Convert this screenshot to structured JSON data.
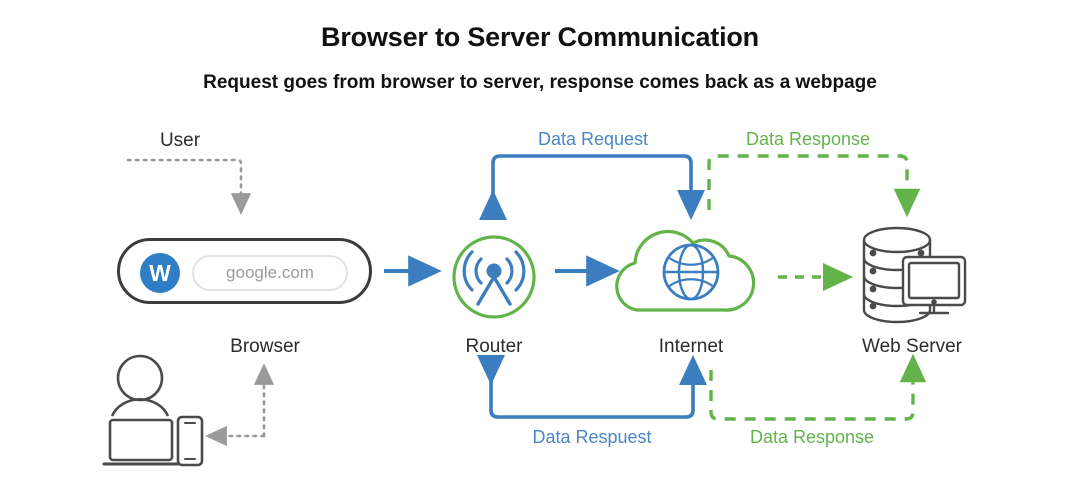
{
  "header": {
    "title": "Browser to Server Communication",
    "subtitle": "Request goes from browser to server, response comes back as a webpage"
  },
  "colors": {
    "blue": "#3b7dbf",
    "blue_label": "#4a86c5",
    "green": "#63b34a",
    "green_label": "#6fbf52",
    "gray": "#9a9a9a",
    "dark": "#4a4a4a",
    "logo_blue": "#2f7dc4",
    "text": "#2b2b2b"
  },
  "nodes": [
    {
      "id": "user",
      "label": "User",
      "icon": "user-icon"
    },
    {
      "id": "browser",
      "label": "Browser",
      "icon": "browser-window-icon",
      "logo_letter": "W",
      "url": "google.com"
    },
    {
      "id": "router",
      "label": "Router",
      "icon": "router-antenna-icon"
    },
    {
      "id": "internet",
      "label": "Internet",
      "icon": "cloud-globe-icon"
    },
    {
      "id": "server",
      "label": "Web Server",
      "icon": "database-monitor-icon"
    },
    {
      "id": "devices",
      "label": "",
      "icon": "person-laptop-phone-icon"
    }
  ],
  "edge_labels": {
    "top_request": "Data Request",
    "top_response": "Data Response",
    "bottom_request": "Data Respuest",
    "bottom_response": "Data Response"
  },
  "flows": [
    {
      "name": "user-to-browser",
      "style": "dotted",
      "color": "gray",
      "label": ""
    },
    {
      "name": "browser-to-router",
      "style": "solid",
      "color": "blue",
      "label": ""
    },
    {
      "name": "router-to-internet",
      "style": "solid",
      "color": "blue",
      "label": ""
    },
    {
      "name": "internet-to-server",
      "style": "dashed",
      "color": "green",
      "label": ""
    },
    {
      "name": "data-request-bracket",
      "style": "solid",
      "color": "blue",
      "label": "Data Request"
    },
    {
      "name": "data-response-bracket",
      "style": "dashed",
      "color": "green",
      "label": "Data Response"
    },
    {
      "name": "data-respuest-bracket",
      "style": "solid",
      "color": "blue",
      "label": "Data Respuest"
    },
    {
      "name": "data-response-return",
      "style": "dashed",
      "color": "green",
      "label": "Data Response"
    },
    {
      "name": "browser-to-devices",
      "style": "dotted",
      "color": "gray",
      "label": ""
    }
  ]
}
